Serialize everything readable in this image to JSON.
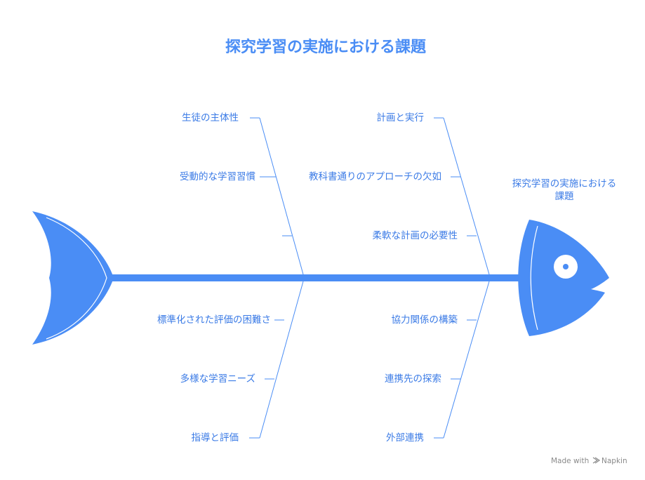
{
  "diagram": {
    "title": "探究学習の実施における課題",
    "head_label": [
      "探究学習の実施における",
      "課題"
    ],
    "top_left_branch": {
      "causes": [
        "生徒の主体性",
        "受動的な学習習慣",
        ""
      ]
    },
    "top_right_branch": {
      "causes": [
        "計画と実行",
        "教科書通りのアプローチの欠如",
        "柔軟な計画の必要性"
      ]
    },
    "bottom_left_branch": {
      "causes": [
        "標準化された評価の困難さ",
        "多様な学習ニーズ",
        "指導と評価"
      ]
    },
    "bottom_right_branch": {
      "causes": [
        "協力関係の構築",
        "連携先の探索",
        "外部連携"
      ]
    }
  },
  "footer": {
    "made_with": "Made with",
    "brand": "Napkin"
  }
}
